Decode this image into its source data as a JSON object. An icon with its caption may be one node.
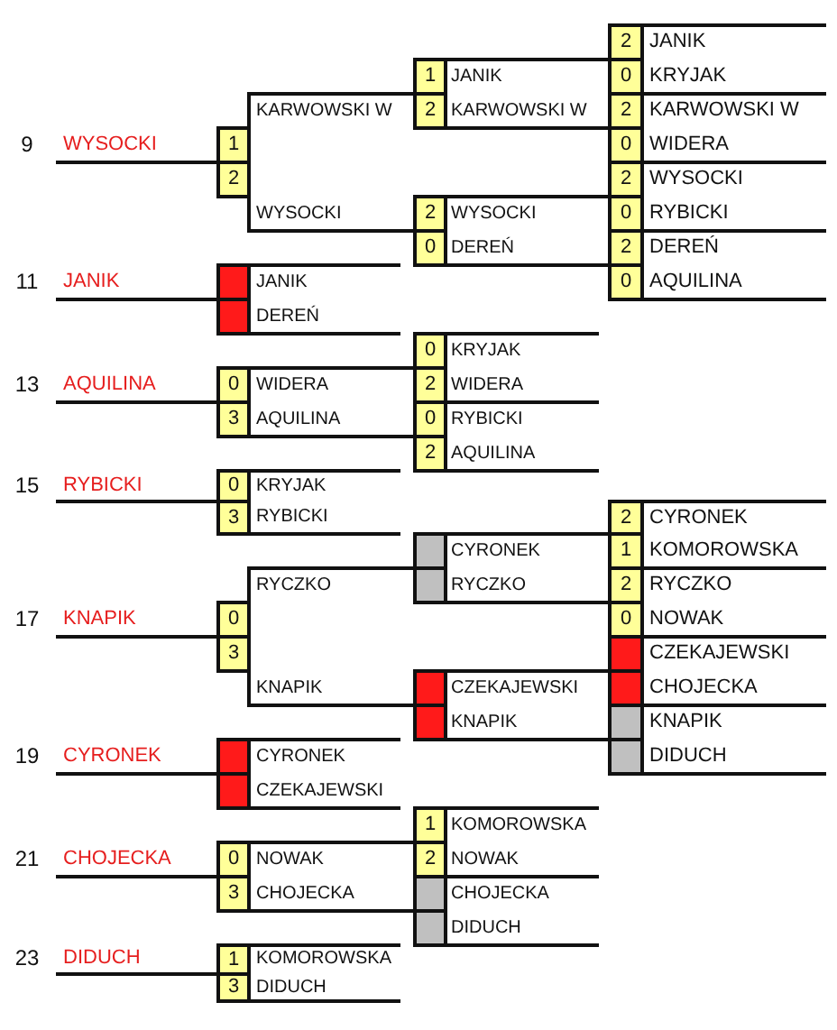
{
  "diagram": {
    "nodes": [
      {
        "text": [
          "WYSOCKI"
        ],
        "beside": [
          "9"
        ]
      },
      {
        "text": [
          "JANIK"
        ],
        "beside": [
          "11"
        ]
      },
      {
        "text": [
          "AQUILINA"
        ],
        "beside": [
          "13"
        ]
      },
      {
        "text": [
          "RYBICKI"
        ],
        "beside": [
          "15"
        ]
      },
      {
        "text": [
          "KNAPIK"
        ],
        "beside": [
          "17"
        ]
      },
      {
        "text": [
          "CYRONEK"
        ],
        "beside": [
          "19"
        ]
      },
      {
        "text": [
          "CHOJECKA"
        ],
        "beside": [
          "21"
        ]
      },
      {
        "text": [
          "DIDUCH"
        ],
        "beside": [
          "23"
        ]
      },
      {
        "text": [
          "KARWOWSKI W",
          "WYSOCKI"
        ]
      },
      {
        "text": [
          "1"
        ],
        "in": 8
      },
      {
        "text": [
          "2"
        ],
        "in": 8
      },
      {
        "text": [
          "JANIK",
          "DEREŃ"
        ]
      },
      {
        "text": [],
        "shape": "box",
        "in": 11
      },
      {
        "text": [],
        "shape": "box",
        "in": 11
      },
      {
        "text": [
          "WIDERA",
          "AQUILINA"
        ]
      },
      {
        "text": [
          "0"
        ],
        "in": 14
      },
      {
        "text": [
          "3"
        ],
        "in": 14
      },
      {
        "text": [
          "KRYJAK",
          "RYBICKI"
        ]
      },
      {
        "text": [
          "0"
        ],
        "in": 17
      },
      {
        "text": [
          "3"
        ],
        "in": 17
      },
      {
        "text": [
          "RYCZKO",
          "KNAPIK"
        ]
      },
      {
        "text": [
          "0"
        ],
        "in": 20
      },
      {
        "text": [
          "3"
        ],
        "in": 20
      },
      {
        "text": [
          "CYRONEK",
          "CZEKAJEWSKI"
        ]
      },
      {
        "text": [],
        "shape": "box",
        "in": 23
      },
      {
        "text": [],
        "shape": "box",
        "in": 23
      },
      {
        "text": [
          "NOWAK",
          "CHOJECKA"
        ]
      },
      {
        "text": [
          "0"
        ],
        "in": 26
      },
      {
        "text": [
          "3"
        ],
        "in": 26
      },
      {
        "text": [
          "KOMOROWSKA",
          "DIDUCH"
        ]
      },
      {
        "text": [
          "1"
        ],
        "in": 29
      },
      {
        "text": [
          "3"
        ],
        "in": 29
      },
      {
        "text": [
          "JANIK",
          "KARWOWSKI W"
        ]
      },
      {
        "text": [
          "1"
        ],
        "in": 32
      },
      {
        "text": [
          "2"
        ],
        "in": 32
      },
      {
        "text": [
          "WYSOCKI",
          "DEREŃ"
        ]
      },
      {
        "text": [
          "2"
        ],
        "in": 35
      },
      {
        "text": [
          "0"
        ],
        "in": 35
      },
      {
        "text": [
          "KRYJAK",
          "WIDERA"
        ]
      },
      {
        "text": [
          "0"
        ],
        "in": 38
      },
      {
        "text": [
          "2"
        ],
        "in": 38
      },
      {
        "text": [
          "RYBICKI",
          "AQUILINA"
        ]
      },
      {
        "text": [
          "0"
        ],
        "in": 41
      },
      {
        "text": [
          "2"
        ],
        "in": 41
      },
      {
        "text": [
          "CYRONEK",
          "RYCZKO"
        ]
      },
      {
        "text": [],
        "shape": "box",
        "in": 44
      },
      {
        "text": [],
        "shape": "box",
        "in": 44
      },
      {
        "text": [
          "CZEKAJEWSKI",
          "KNAPIK"
        ]
      },
      {
        "text": [],
        "shape": "box",
        "in": 47
      },
      {
        "text": [],
        "shape": "box",
        "in": 47
      },
      {
        "text": [
          "KOMOROWSKA",
          "NOWAK"
        ]
      },
      {
        "text": [
          "1"
        ],
        "in": 50
      },
      {
        "text": [
          "2"
        ],
        "in": 50
      },
      {
        "text": [
          "CHOJECKA",
          "DIDUCH"
        ]
      },
      {
        "text": [],
        "shape": "box",
        "in": 53
      },
      {
        "text": [],
        "shape": "box",
        "in": 53
      },
      {
        "text": [
          "JANIK",
          "KRYJAK"
        ]
      },
      {
        "text": [
          "2"
        ],
        "in": 56
      },
      {
        "text": [
          "0"
        ],
        "in": 56
      },
      {
        "text": [
          "KARWOWSKI W",
          "WIDERA"
        ]
      },
      {
        "text": [
          "2"
        ],
        "in": 59
      },
      {
        "text": [
          "0"
        ],
        "in": 59
      },
      {
        "text": [
          "WYSOCKI",
          "RYBICKI"
        ]
      },
      {
        "text": [
          "2"
        ],
        "in": 62
      },
      {
        "text": [
          "0"
        ],
        "in": 62
      },
      {
        "text": [
          "DEREŃ",
          "AQUILINA"
        ]
      },
      {
        "text": [
          "2"
        ],
        "in": 65
      },
      {
        "text": [
          "0"
        ],
        "in": 65
      },
      {
        "text": [
          "CYRONEK",
          "KOMOROWSKA"
        ]
      },
      {
        "text": [
          "2"
        ],
        "in": 68
      },
      {
        "text": [
          "1"
        ],
        "in": 68
      },
      {
        "text": [
          "RYCZKO",
          "NOWAK"
        ]
      },
      {
        "text": [
          "2"
        ],
        "in": 71
      },
      {
        "text": [
          "0"
        ],
        "in": 71
      },
      {
        "text": [
          "CZEKAJEWSKI",
          "CHOJECKA"
        ]
      },
      {
        "text": [],
        "shape": "box",
        "in": 74
      },
      {
        "text": [],
        "shape": "box",
        "in": 74
      },
      {
        "text": [
          "KNAPIK",
          "DIDUCH"
        ]
      },
      {
        "text": [],
        "shape": "box",
        "in": 77
      },
      {
        "text": [],
        "shape": "box",
        "in": 77
      }
    ],
    "edges": [
      {
        "from": 0,
        "to": 8,
        "arrow": "none"
      },
      {
        "from": 1,
        "to": 11,
        "arrow": "none"
      },
      {
        "from": 2,
        "to": 14,
        "arrow": "none"
      },
      {
        "from": 3,
        "to": 17,
        "arrow": "none"
      },
      {
        "from": 4,
        "to": 20,
        "arrow": "none"
      },
      {
        "from": 5,
        "to": 23,
        "arrow": "none"
      },
      {
        "from": 6,
        "to": 26,
        "arrow": "none"
      },
      {
        "from": 7,
        "to": 29,
        "arrow": "none"
      },
      {
        "from": 8,
        "to": 32,
        "arrow": "none"
      },
      {
        "from": 8,
        "to": 35,
        "arrow": "none"
      },
      {
        "from": 14,
        "to": 38,
        "arrow": "none"
      },
      {
        "from": 14,
        "to": 41,
        "arrow": "none"
      },
      {
        "from": 20,
        "to": 44,
        "arrow": "none"
      },
      {
        "from": 20,
        "to": 47,
        "arrow": "none"
      },
      {
        "from": 26,
        "to": 50,
        "arrow": "none"
      },
      {
        "from": 26,
        "to": 53,
        "arrow": "none"
      },
      {
        "from": 32,
        "to": 56,
        "arrow": "none"
      },
      {
        "from": 32,
        "to": 59,
        "arrow": "none"
      },
      {
        "from": 35,
        "to": 62,
        "arrow": "none"
      },
      {
        "from": 35,
        "to": 65,
        "arrow": "none"
      },
      {
        "from": 44,
        "to": 68,
        "arrow": "none"
      },
      {
        "from": 44,
        "to": 71,
        "arrow": "none"
      },
      {
        "from": 47,
        "to": 74,
        "arrow": "none"
      },
      {
        "from": 47,
        "to": 77,
        "arrow": "none"
      }
    ]
  }
}
